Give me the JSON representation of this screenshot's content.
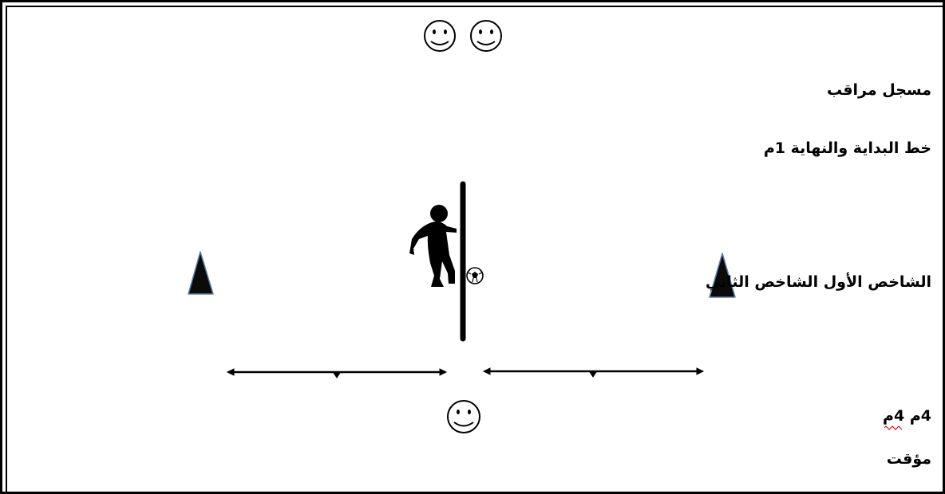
{
  "labels": {
    "observer": "مسجل مراقب",
    "start_finish_line": "خط البداية والنهاية 1م",
    "markers": "الشاخص الأول الشاخص الثاني",
    "distance": "4م 4م",
    "timer": "مؤقت"
  },
  "colors": {
    "ink": "#000000",
    "cone_fill": "#0b0b0b",
    "cone_edge": "#5b7faa",
    "spellcheck": "#cc0000"
  },
  "icons": {
    "observer": "smiley-face-icon",
    "timer": "smiley-face-icon",
    "marker": "cone-icon",
    "player": "player-silhouette-icon",
    "ball": "soccer-ball-icon"
  }
}
